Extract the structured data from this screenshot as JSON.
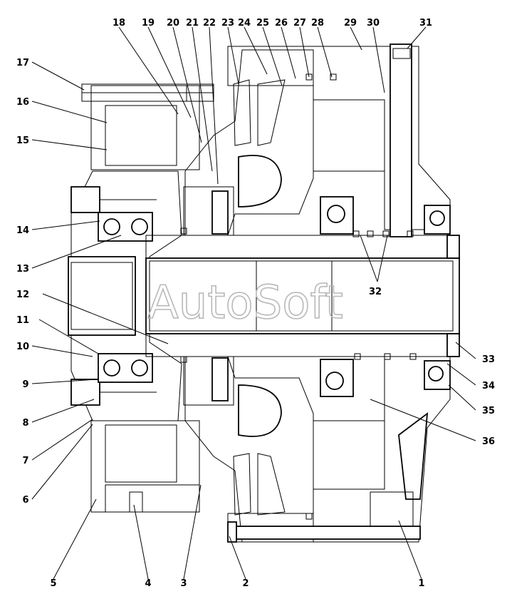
{
  "watermark": "AutoSoft",
  "labels": {
    "l1": "1",
    "l2": "2",
    "l3": "3",
    "l4": "4",
    "l5": "5",
    "l6": "6",
    "l7": "7",
    "l8": "8",
    "l9": "9",
    "l10": "10",
    "l11": "11",
    "l12": "12",
    "l13": "13",
    "l14": "14",
    "l15": "15",
    "l16": "16",
    "l17": "17",
    "l18": "18",
    "l19": "19",
    "l20": "20",
    "l21": "21",
    "l22": "22",
    "l23": "23",
    "l24": "24",
    "l25": "25",
    "l26": "26",
    "l27": "27",
    "l28": "28",
    "l29": "29",
    "l30": "30",
    "l31": "31",
    "l32": "32",
    "l33": "33",
    "l34": "34",
    "l35": "35",
    "l36": "36"
  }
}
